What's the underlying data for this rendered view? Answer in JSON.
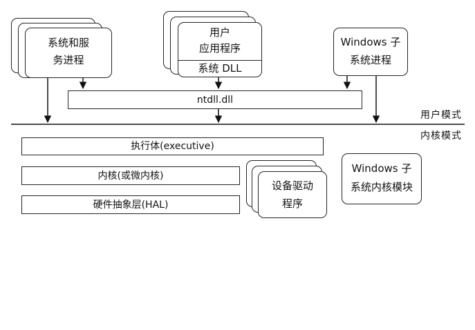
{
  "processes": {
    "system_services": {
      "line1": "系统和服",
      "line2": "务进程"
    },
    "user_apps": {
      "line1": "用户",
      "line2": "应用程序",
      "dll": "系统 DLL"
    },
    "windows_subsystem": {
      "line1": "Windows 子",
      "line2": "系统进程"
    }
  },
  "ntdll": {
    "label": "ntdll.dll"
  },
  "modes": {
    "user": "用户模式",
    "kernel": "内核模式"
  },
  "kernel_layers": {
    "executive": "执行体(executive)",
    "kernel": "内核(或微内核)",
    "hal": "硬件抽象层(HAL)"
  },
  "drivers": {
    "line1": "设备驱动",
    "line2": "程序"
  },
  "win32k": {
    "line1": "Windows 子",
    "line2": "系统内核模块"
  }
}
